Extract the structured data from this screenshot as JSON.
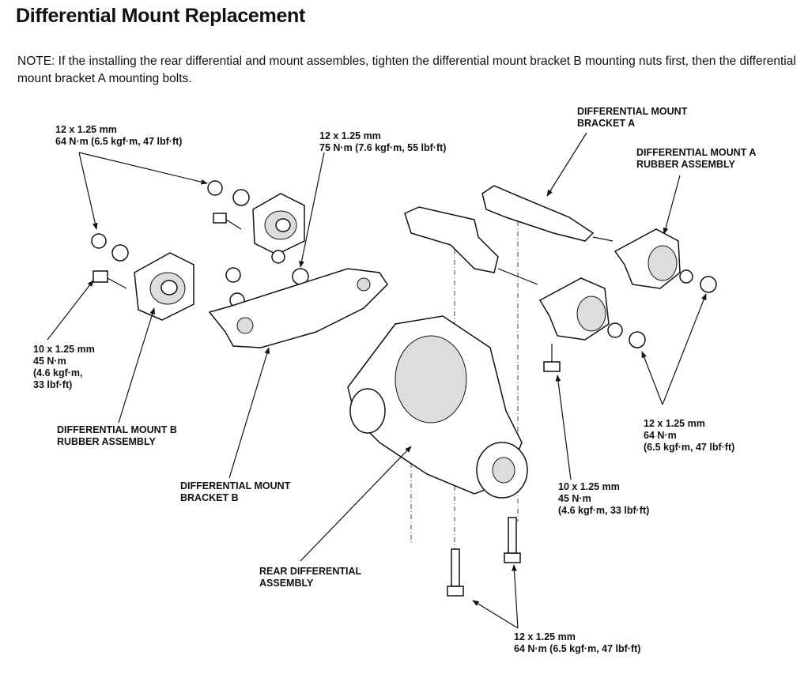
{
  "page": {
    "title": "Differential Mount Replacement",
    "note": "NOTE: If the installing the rear differential and mount assembles, tighten the differential mount bracket B mounting nuts first, then the differential mount bracket A mounting bolts."
  },
  "labels": {
    "torque_tl": [
      "12 x 1.25 mm",
      "64 N·m (6.5 kgf·m, 47 lbf·ft)"
    ],
    "torque_tc": [
      "12 x 1.25 mm",
      "75 N·m (7.6 kgf·m, 55 lbf·ft)"
    ],
    "torque_left_bolt": [
      "10 x 1.25 mm",
      "45 N·m",
      "(4.6 kgf·m,",
      "33 lbf·ft)"
    ],
    "mount_b_rubber": [
      "DIFFERENTIAL MOUNT B",
      "RUBBER ASSEMBLY"
    ],
    "bracket_b": [
      "DIFFERENTIAL MOUNT",
      "BRACKET B"
    ],
    "rear_diff": [
      "REAR DIFFERENTIAL",
      "ASSEMBLY"
    ],
    "torque_bottom": [
      "12 x 1.25 mm",
      "64 N·m (6.5 kgf·m, 47 lbf·ft)"
    ],
    "torque_mid_bolt": [
      "10 x 1.25 mm",
      "45 N·m",
      "(4.6 kgf·m, 33 lbf·ft)"
    ],
    "torque_right_nut": [
      "12 x 1.25 mm",
      "64 N·m",
      "(6.5 kgf·m, 47 lbf·ft)"
    ],
    "bracket_a": [
      "DIFFERENTIAL MOUNT",
      "BRACKET A"
    ],
    "mount_a_rubber": [
      "DIFFERENTIAL MOUNT A",
      "RUBBER ASSEMBLY"
    ]
  }
}
